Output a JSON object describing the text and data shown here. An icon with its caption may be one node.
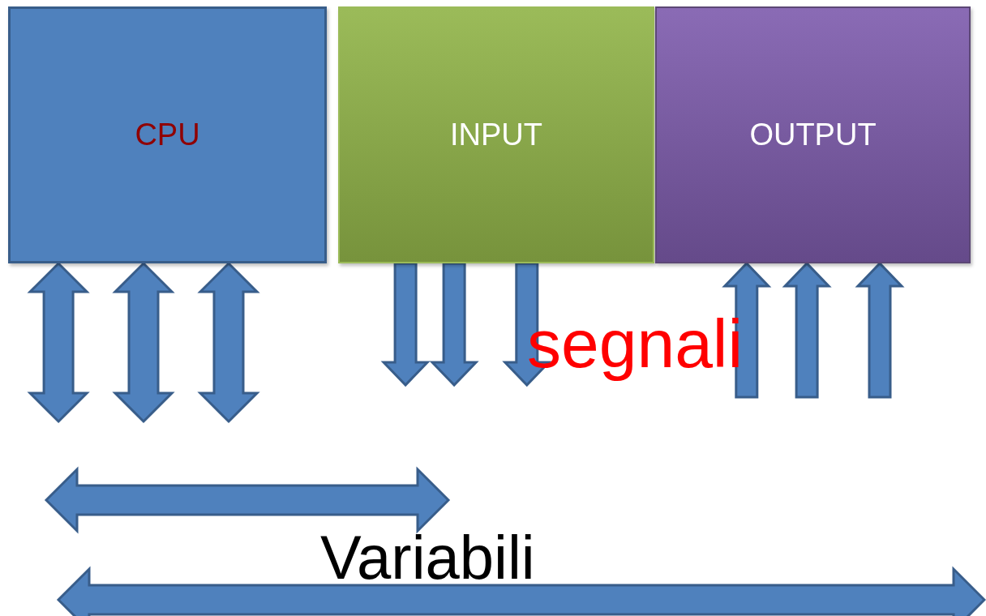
{
  "diagram": {
    "nodes": [
      {
        "text": [
          "CPU"
        ]
      },
      {
        "text": [
          "INPUT"
        ]
      },
      {
        "text": [
          "OUTPUT"
        ]
      }
    ],
    "edges": [
      {
        "from": null,
        "to": 0,
        "arrow": "both"
      },
      {
        "from": null,
        "to": 0,
        "arrow": "both"
      },
      {
        "from": null,
        "to": 0,
        "arrow": "both"
      },
      {
        "from": 1,
        "to": null,
        "arrow": "to"
      },
      {
        "from": 1,
        "to": null,
        "arrow": "to"
      },
      {
        "from": 1,
        "to": null,
        "arrow": "to"
      },
      {
        "from": null,
        "to": 2,
        "arrow": "to"
      },
      {
        "from": null,
        "to": 2,
        "arrow": "to"
      },
      {
        "from": null,
        "to": 2,
        "arrow": "to"
      }
    ],
    "labels": [
      "segnali",
      "Variabili"
    ]
  }
}
